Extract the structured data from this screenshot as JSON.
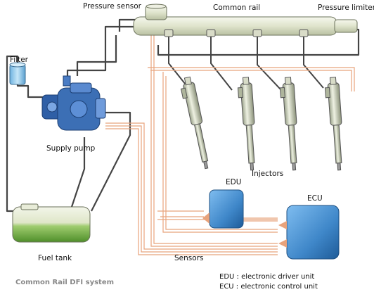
{
  "labels": {
    "pressure_sensor": "Pressure sensor",
    "common_rail": "Common rail",
    "pressure_limiter": "Pressure limiter",
    "filter": "Filter",
    "supply_pump": "Supply pump",
    "injectors": "Injectors",
    "edu": "EDU",
    "ecu": "ECU",
    "fuel_tank": "Fuel tank",
    "sensors": "Sensors"
  },
  "caption": "Common Rail DFI system",
  "legend": {
    "edu": "EDU : electronic driver unit",
    "ecu": "ECU : electronic control unit"
  },
  "colors": {
    "pipe": "#444444",
    "wire": "#e8a37c",
    "rail": "#e6ead8",
    "unit_blue": "#3f87c9",
    "tank_green": "#7ab64a",
    "pump_blue": "#3c6fb5",
    "filter_blue": "#9cd0ee"
  }
}
